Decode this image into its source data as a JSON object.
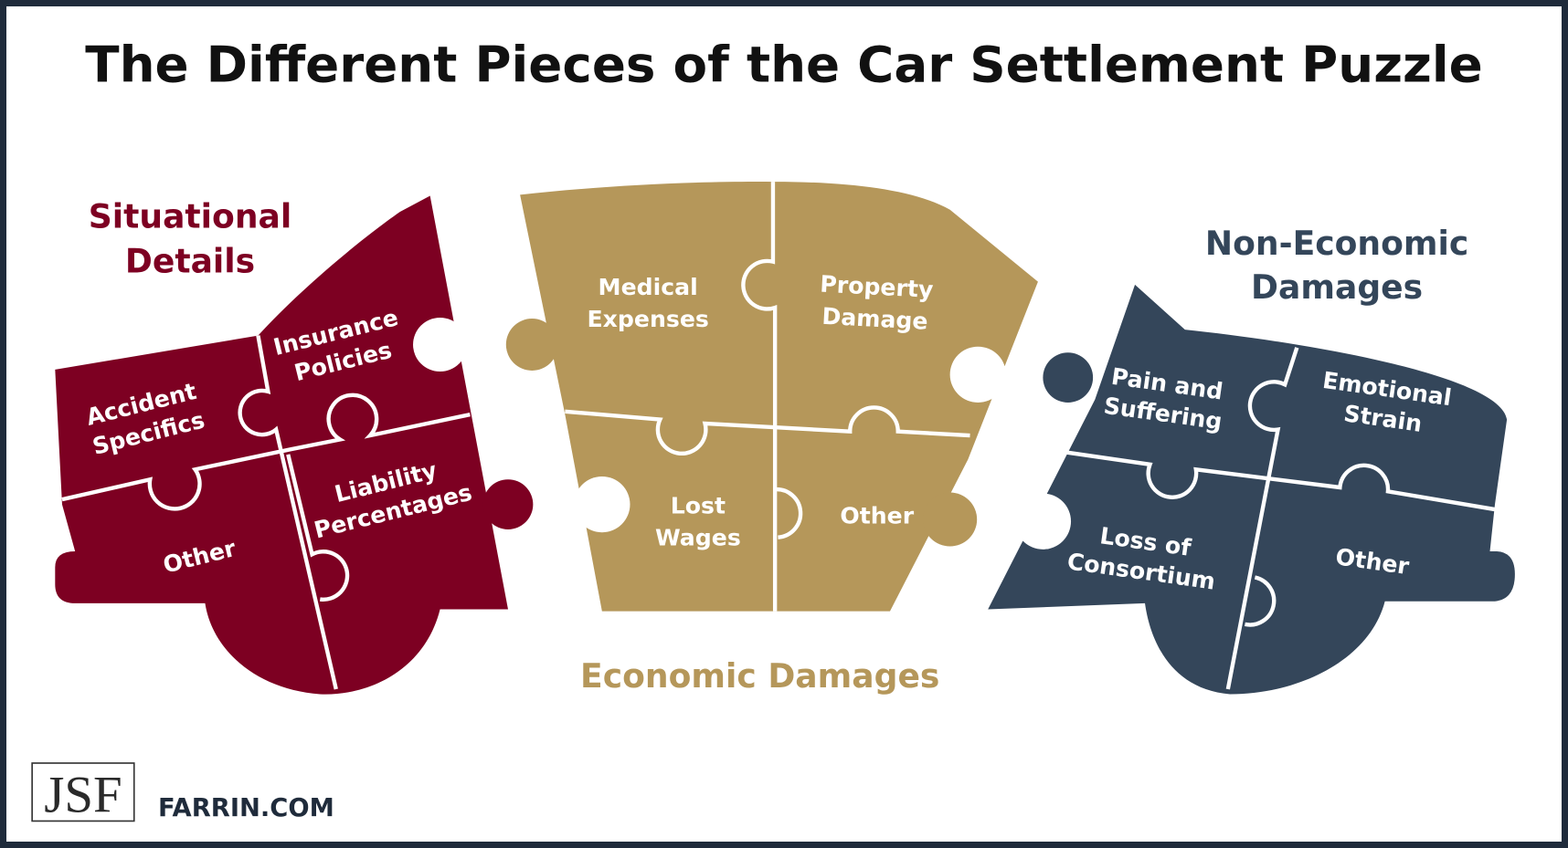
{
  "title": "The Different Pieces of the Car Settlement Puzzle",
  "colors": {
    "situational": "#7d0022",
    "economic": "#b5975a",
    "non_economic": "#34465a",
    "border": "#1f2b3b"
  },
  "groups": {
    "situational": {
      "label_line1": "Situational",
      "label_line2": "Details",
      "pieces": [
        {
          "line1": "Insurance",
          "line2": "Policies"
        },
        {
          "line1": "Accident",
          "line2": "Specifics"
        },
        {
          "line1": "Liability",
          "line2": "Percentages"
        },
        {
          "line1": "Other"
        }
      ]
    },
    "economic": {
      "label": "Economic Damages",
      "pieces": [
        {
          "line1": "Medical",
          "line2": "Expenses"
        },
        {
          "line1": "Property",
          "line2": "Damage"
        },
        {
          "line1": "Lost",
          "line2": "Wages"
        },
        {
          "line1": "Other"
        }
      ]
    },
    "non_economic": {
      "label_line1": "Non-Economic",
      "label_line2": "Damages",
      "pieces": [
        {
          "line1": "Pain and",
          "line2": "Suffering"
        },
        {
          "line1": "Emotional",
          "line2": "Strain"
        },
        {
          "line1": "Loss of",
          "line2": "Consortium"
        },
        {
          "line1": "Other"
        }
      ]
    }
  },
  "footer": {
    "logo": "JSF",
    "site": "FARRIN.COM"
  }
}
